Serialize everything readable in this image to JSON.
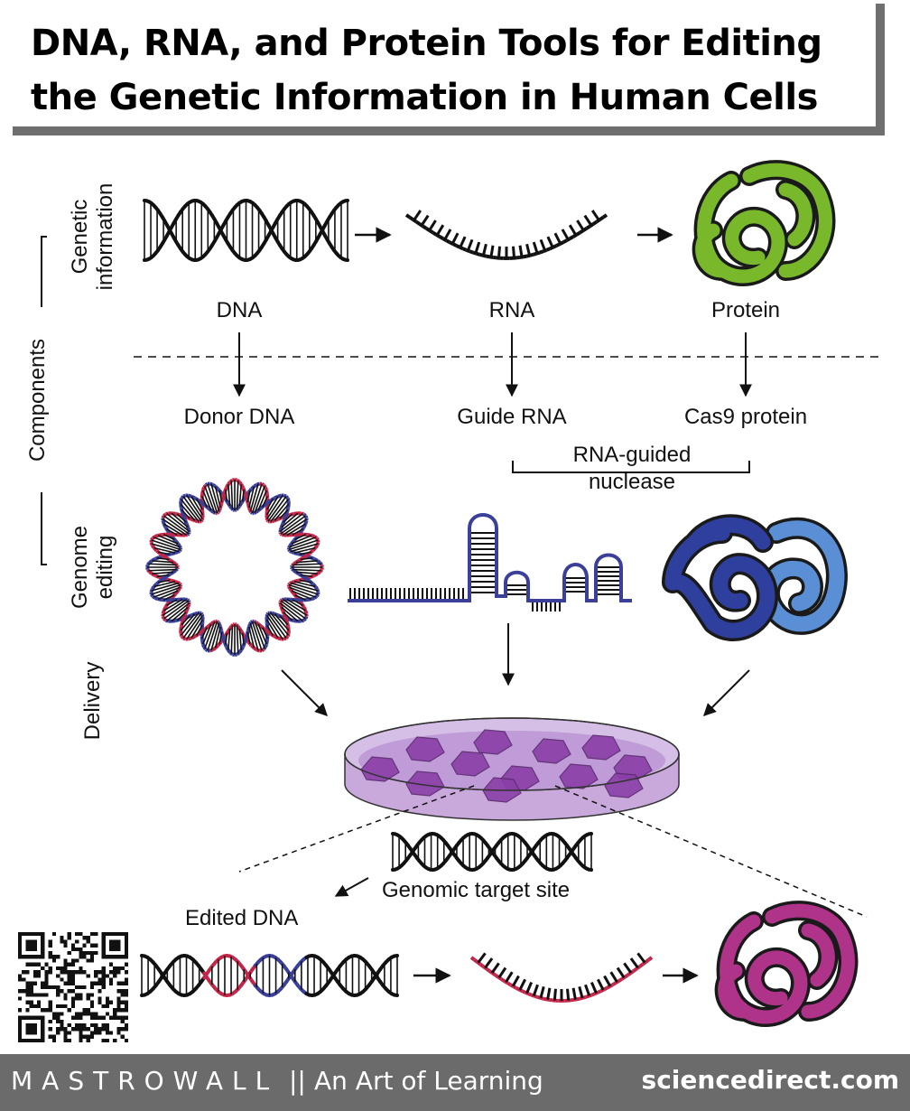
{
  "title": {
    "line1": "DNA, RNA, and Protein Tools for Editing",
    "line2": "the Genetic Information in Human Cells"
  },
  "side_labels": {
    "genetic_information": "Genetic information",
    "components": "Components",
    "genome_editing": "Genome editing",
    "delivery": "Delivery"
  },
  "row1": {
    "dna": "DNA",
    "rna": "RNA",
    "protein": "Protein"
  },
  "row2": {
    "donor_dna": "Donor DNA",
    "guide_rna": "Guide RNA",
    "cas9": "Cas9 protein",
    "bracket_label_line1": "RNA-guided",
    "bracket_label_line2": "nuclease"
  },
  "bottom": {
    "target_site": "Genomic target site",
    "edited_dna": "Edited DNA"
  },
  "footer": {
    "brand": "MASTROWALL",
    "separator": "||",
    "tagline": "An Art of Learning",
    "site": "sciencedirect.com"
  },
  "colors": {
    "footer_bg": "#6b6b6b",
    "protein_green": "#78b82a",
    "protein_dark_blue": "#2f3f9e",
    "protein_light_blue": "#5a8fd6",
    "protein_magenta": "#b0338a",
    "strand_red": "#c4264a",
    "strand_blue": "#3a3f9a",
    "cells_purple": "#8a3fa8",
    "dish_fill": "#c9a8dc"
  },
  "icons": {
    "dna": "dna-helix-icon",
    "rna": "rna-strand-icon",
    "protein": "protein-fold-icon",
    "plasmid": "plasmid-ring-icon",
    "guide": "guide-rna-hairpin-icon",
    "dish": "petri-dish-icon",
    "qr": "qr-code-icon"
  }
}
